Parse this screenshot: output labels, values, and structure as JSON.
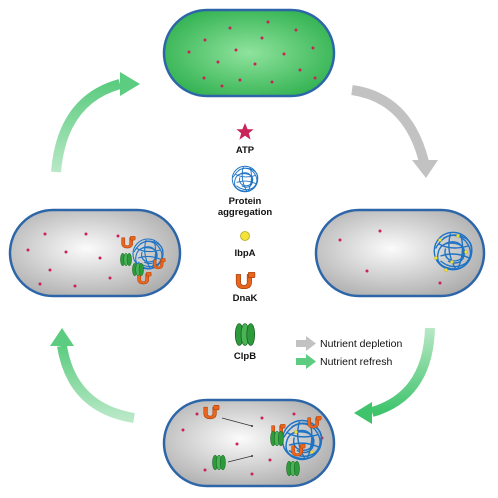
{
  "legend": {
    "atp": "ATP",
    "protein_line1": "Protein",
    "protein_line2": "aggregation",
    "ibpa": "IbpA",
    "dnak": "DnaK",
    "clpb": "ClpB"
  },
  "arrows": {
    "depletion": "Nutrient depletion",
    "refresh": "Nutrient refresh"
  },
  "colors": {
    "cell_border": "#2d66a8",
    "cell_green": "#3fbf5a",
    "cell_gray": "#c8c8c8",
    "atp": "#c8245a",
    "aggregate": "#1e73c4",
    "ibpa": "#f2e23a",
    "dnak": "#e8651e",
    "clpb": "#2d9a3c",
    "arrow_gray": "#c2c2c2",
    "arrow_green": "#7ed39a"
  }
}
